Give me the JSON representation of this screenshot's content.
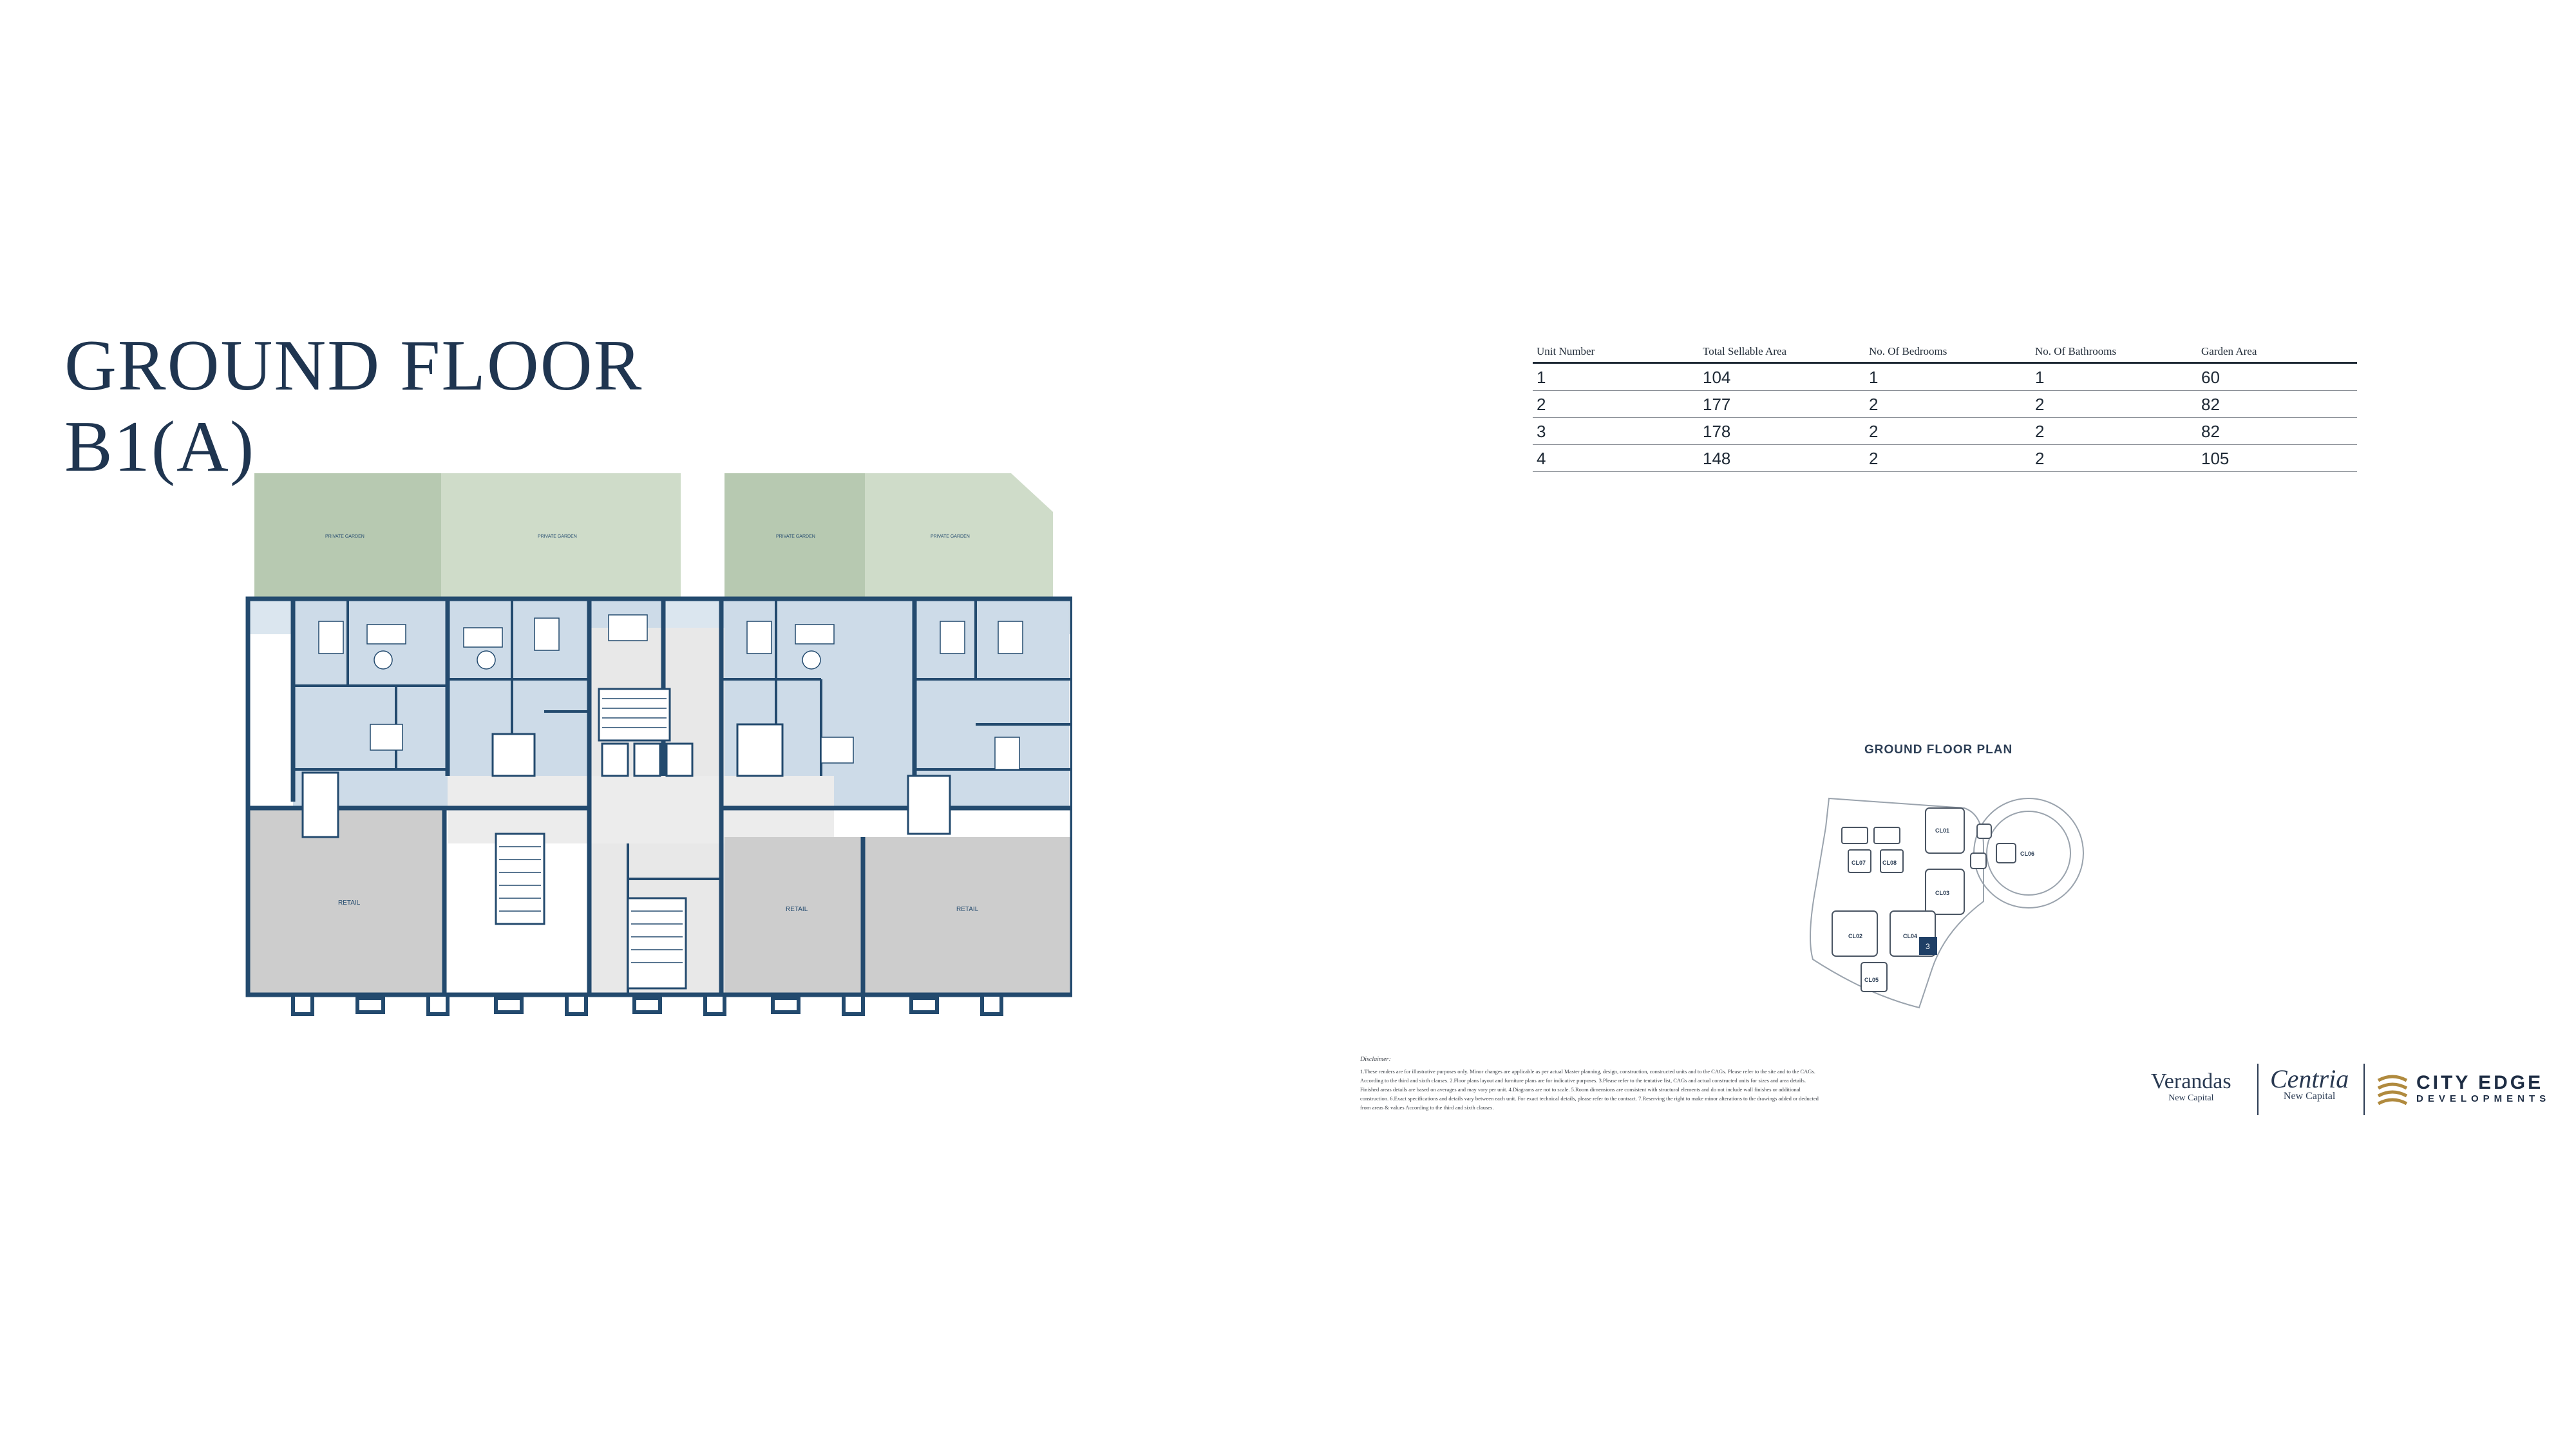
{
  "title": {
    "line1": "GROUND FLOOR",
    "line2": "B1(A)"
  },
  "units_table": {
    "headers": [
      "Unit Number",
      "Total Sellable Area",
      "No. Of Bedrooms",
      "No. Of Bathrooms",
      "Garden Area"
    ],
    "rows": [
      [
        "1",
        "104",
        "1",
        "1",
        "60"
      ],
      [
        "2",
        "177",
        "2",
        "2",
        "82"
      ],
      [
        "3",
        "178",
        "2",
        "2",
        "82"
      ],
      [
        "4",
        "148",
        "2",
        "2",
        "105"
      ]
    ]
  },
  "key_plan": {
    "title": "GROUND FLOOR PLAN",
    "building_labels": [
      "CL01",
      "CL02",
      "CL03",
      "CL04",
      "CL05",
      "CL06",
      "CL07",
      "CL08"
    ],
    "highlight_unit": "3"
  },
  "floor_plan": {
    "retail_label": "RETAIL",
    "garden_label": "PRIVATE GARDEN"
  },
  "disclaimer": {
    "heading": "Disclaimer:",
    "text": "1.These renders are for illustrative purposes only. Minor changes are applicable as per actual Master planning, design, construction, constructed units and to the CAGs. Please refer to the site and to the CAGs. According to the third and sixth clauses. 2.Floor plans layout and furniture plans are for indicative purposes. 3.Please refer to the tentative list, CAGs and actual constructed units for sizes and area details. Finished areas details are based on averages and may vary per unit. 4.Diagrams are not to scale. 5.Room dimensions are consistent with structural elements and do not include wall finishes or additional construction. 6.Exact specifications and details vary between each unit. For exact technical details, please refer to the contract. 7.Reserving the right to make minor alterations to the drawings added or deducted from areas & values According to the third and sixth clauses."
  },
  "logos": {
    "verandas": {
      "name": "Verandas",
      "sub": "New Capital"
    },
    "centria": {
      "name": "Centria",
      "sub": "New Capital"
    },
    "city_edge": {
      "name": "CITY EDGE",
      "sub": "DEVELOPMENTS"
    }
  },
  "colors": {
    "navy": "#1f3550",
    "wall": "#234a6e",
    "room_blue": "#cddbe8",
    "garden_green": "#b7c9b1",
    "garden_light": "#cfdcc9",
    "retail_grey": "#cfcfcf",
    "core_grey": "#e6e6e6",
    "city_edge_gold": "#b08a3e"
  }
}
